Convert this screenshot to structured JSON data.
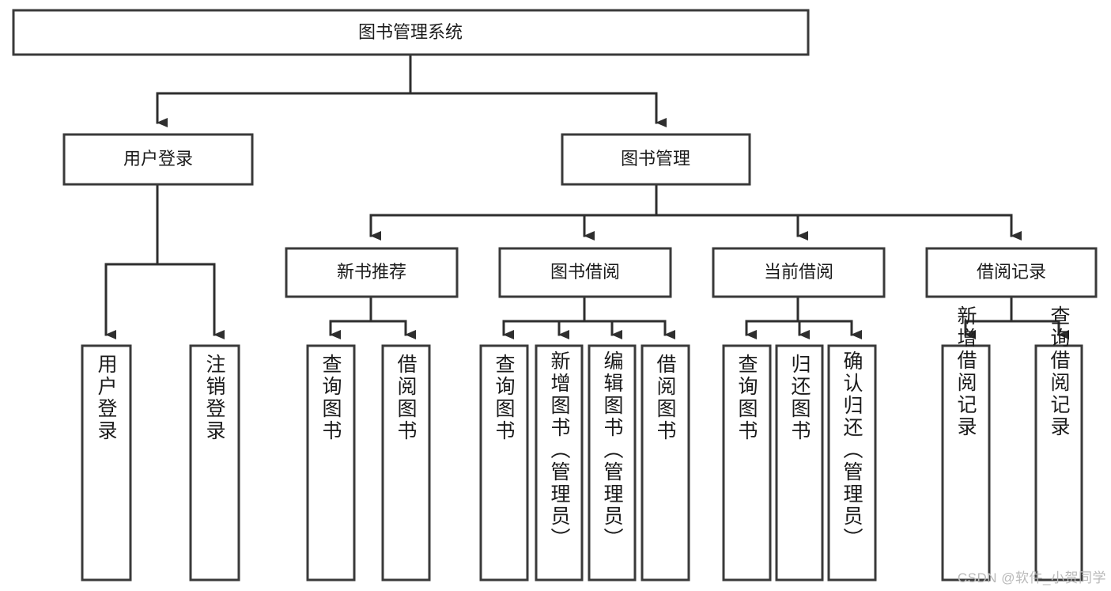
{
  "diagram": {
    "type": "tree-hierarchy",
    "title": "图书管理系统",
    "watermark": "CSDN @软件_小贺同学",
    "colors": {
      "background": "#ffffff",
      "box_stroke": "#3a3a3a",
      "box_fill": "#ffffff",
      "edge": "#2e2e2e",
      "text": "#1b1b1b",
      "watermark": "#b9b9b9"
    },
    "root": {
      "id": "root",
      "label": "图书管理系统",
      "orientation": "horizontal"
    },
    "level2": [
      {
        "id": "user-login",
        "label": "用户登录",
        "orientation": "horizontal"
      },
      {
        "id": "book-management",
        "label": "图书管理",
        "orientation": "horizontal"
      }
    ],
    "level3": [
      {
        "id": "new-book-recommend",
        "label": "新书推荐",
        "orientation": "horizontal",
        "parent": "book-management"
      },
      {
        "id": "book-borrow",
        "label": "图书借阅",
        "orientation": "horizontal",
        "parent": "book-management"
      },
      {
        "id": "current-borrow",
        "label": "当前借阅",
        "orientation": "horizontal",
        "parent": "book-management"
      },
      {
        "id": "borrow-record",
        "label": "借阅记录",
        "orientation": "horizontal",
        "parent": "book-management"
      }
    ],
    "leaves": [
      {
        "id": "leaf-user-login",
        "label": "用户登录",
        "parent": "user-login",
        "orientation": "vertical"
      },
      {
        "id": "leaf-user-logout",
        "label": "注销登录",
        "parent": "user-login",
        "orientation": "vertical"
      },
      {
        "id": "leaf-query-book-1",
        "label": "查询图书",
        "parent": "new-book-recommend",
        "orientation": "vertical"
      },
      {
        "id": "leaf-borrow-book-1",
        "label": "借阅图书",
        "parent": "new-book-recommend",
        "orientation": "vertical"
      },
      {
        "id": "leaf-query-book-2",
        "label": "查询图书",
        "parent": "book-borrow",
        "orientation": "vertical"
      },
      {
        "id": "leaf-add-book",
        "label": "新增图书（管理员）",
        "parent": "book-borrow",
        "orientation": "vertical"
      },
      {
        "id": "leaf-edit-book",
        "label": "编辑图书（管理员）",
        "parent": "book-borrow",
        "orientation": "vertical"
      },
      {
        "id": "leaf-borrow-book-2",
        "label": "借阅图书",
        "parent": "book-borrow",
        "orientation": "vertical"
      },
      {
        "id": "leaf-query-book-3",
        "label": "查询图书",
        "parent": "current-borrow",
        "orientation": "vertical"
      },
      {
        "id": "leaf-return-book",
        "label": "归还图书",
        "parent": "current-borrow",
        "orientation": "vertical"
      },
      {
        "id": "leaf-confirm-return",
        "label": "确认归还（管理员）",
        "parent": "current-borrow",
        "orientation": "vertical"
      },
      {
        "id": "leaf-add-record",
        "label": "新增借阅记录",
        "parent": "borrow-record",
        "orientation": "vertical"
      },
      {
        "id": "leaf-query-record",
        "label": "查询借阅记录",
        "parent": "borrow-record",
        "orientation": "vertical"
      }
    ]
  }
}
